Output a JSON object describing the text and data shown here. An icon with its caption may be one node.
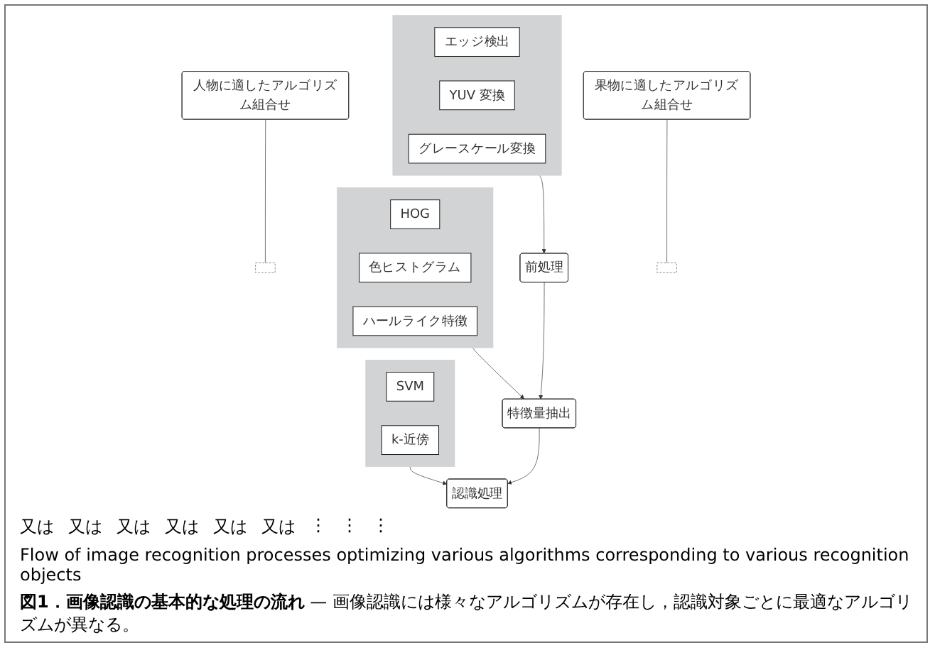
{
  "diagram": {
    "caption": "**図1．画像認識の基本的な処理の流れ** — 画像認識には様々なアルゴリズムが存在し，認識対象ごとに最適なアルゴリズムが異なる。",
    "nodes": [
      {
        "text": [],
        "shape": "box"
      },
      {
        "text": [
          "エッジ検出"
        ],
        "in": 0
      },
      {
        "text": [
          "YUV 変換"
        ],
        "in": 0
      },
      {
        "text": [
          "グレースケール変換"
        ],
        "in": 0
      },
      {
        "text": [],
        "shape": "box"
      },
      {
        "text": [
          "HOG"
        ],
        "in": 4
      },
      {
        "text": [
          "色ヒストグラム"
        ],
        "in": 4
      },
      {
        "text": [
          "ハールライク特徴"
        ],
        "in": 4
      },
      {
        "text": [],
        "shape": "box"
      },
      {
        "text": [
          "SVM"
        ],
        "in": 8
      },
      {
        "text": [
          "k-近傍"
        ],
        "in": 8
      },
      {
        "text": [],
        "shape": "box"
      },
      {
        "text": [
          "人物に適したアルゴリズム組合せ"
        ]
      },
      {
        "text": [],
        "shape": "box"
      },
      {
        "text": [
          "果物に適したアルゴリズム組合せ"
        ]
      },
      {
        "text": [
          "前処理"
        ]
      },
      {
        "text": [
          "特徴量抽出"
        ]
      },
      {
        "text": [
          "認識処理"
        ]
      }
    ],
    "edges": [
      {
        "from": 12,
        "to": 11,
        "arrow": "none"
      },
      {
        "from": 14,
        "to": 13,
        "arrow": "none"
      },
      {
        "from": 0,
        "to": 15,
        "arrow": "to"
      },
      {
        "from": 4,
        "to": 16,
        "arrow": "to"
      },
      {
        "from": 8,
        "to": 17,
        "arrow": "to"
      },
      {
        "from": 15,
        "to": 16,
        "arrow": "to"
      },
      {
        "from": 16,
        "to": 17,
        "arrow": "to"
      }
    ],
    "labels": [
      "又は",
      "又は",
      "又は",
      "又は",
      "又は",
      "又は",
      "⋮",
      "⋮",
      "⋮",
      "Flow of image recognition processes optimizing various algorithms corresponding to various recognition objects"
    ]
  }
}
